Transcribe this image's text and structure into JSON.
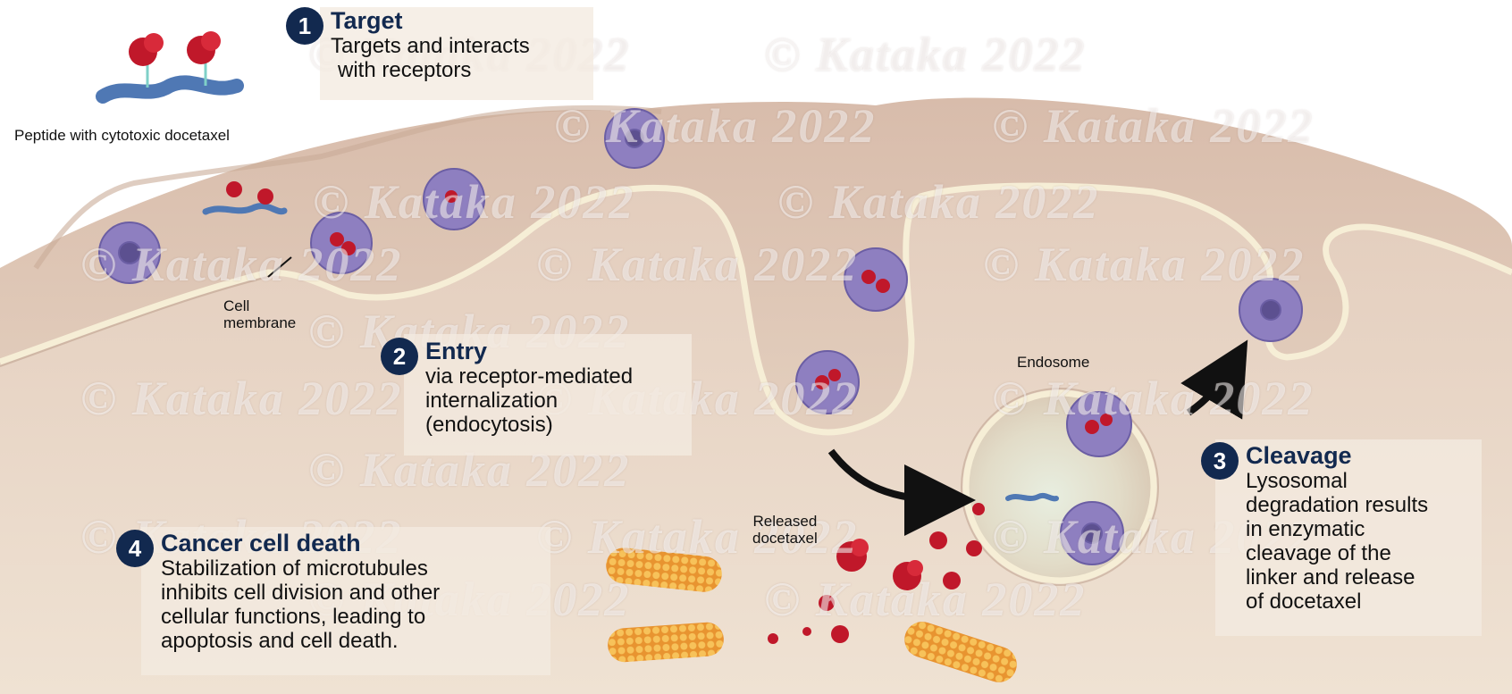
{
  "watermark": "© Kataka 2022",
  "labels": {
    "peptide": "Peptide with cytotoxic docetaxel",
    "membrane_line1": "Cell",
    "membrane_line2": "membrane",
    "endosome": "Endosome",
    "released_line1": "Released",
    "released_line2": "docetaxel"
  },
  "steps": [
    {
      "num": "1",
      "title": "Target",
      "body": [
        "Targets and interacts",
        "with receptors"
      ]
    },
    {
      "num": "2",
      "title": "Entry",
      "body": [
        "via receptor-mediated",
        "internalization",
        "(endocytosis)"
      ]
    },
    {
      "num": "3",
      "title": "Cleavage",
      "body": [
        "Lysosomal",
        "degradation results",
        "in enzymatic",
        "cleavage of the",
        "linker and release",
        "of docetaxel"
      ]
    },
    {
      "num": "4",
      "title": "Cancer cell death",
      "body": [
        "Stabilization of microtubules",
        "inhibits cell division and other",
        "cellular functions, leading to",
        "apoptosis and cell death."
      ]
    }
  ],
  "colors": {
    "cell_fill": "#dcc4b2",
    "membrane": "#f4ecd4",
    "receptor": "#8e7fc0",
    "drug": "#c0182a",
    "linker": "#4f78b4",
    "microtubule": "#f0a63c",
    "step_badge": "#12294f"
  }
}
